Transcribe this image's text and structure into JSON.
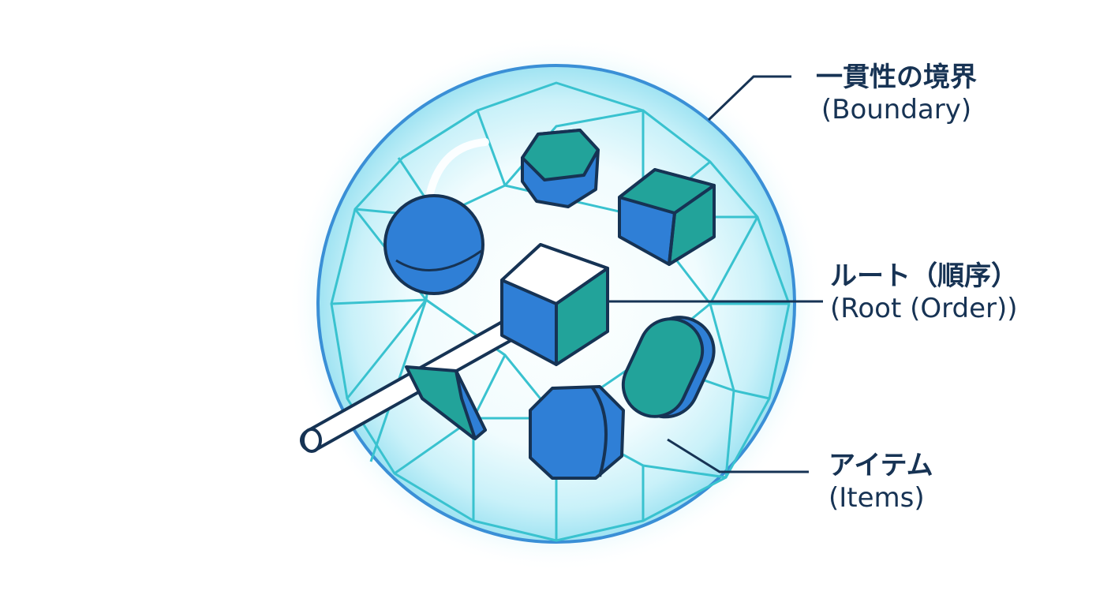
{
  "labels": {
    "boundary": {
      "jp": "一貫性の境界",
      "en": "(Boundary)"
    },
    "root": {
      "jp": "ルート（順序）",
      "en": "(Root (Order))"
    },
    "items": {
      "jp": "アイテム",
      "en": "(Items)"
    }
  },
  "colors": {
    "sphere_outline": "#3a8fd6",
    "sphere_glow": "#b9ecf7",
    "wireframe": "#39c2cf",
    "shape_blue": "#2f7fd6",
    "shape_teal": "#22a39a",
    "shape_stroke": "#163354",
    "leader_line": "#163354",
    "rod": "#ffffff"
  }
}
